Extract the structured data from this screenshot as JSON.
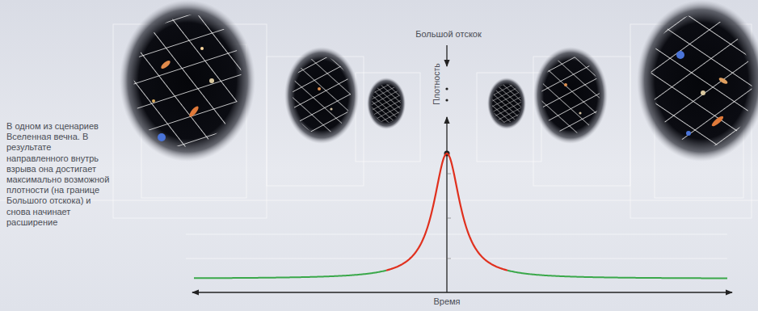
{
  "diagram": {
    "labels": [
      "В одном из сценариев Вселенная вечна. В результате направленного внутрь взрыва она достигает максимально возможной плотности (на границе Большого отскока) и снова начинает расширение",
      "Большой отскок",
      "Плотность",
      "Время"
    ]
  }
}
